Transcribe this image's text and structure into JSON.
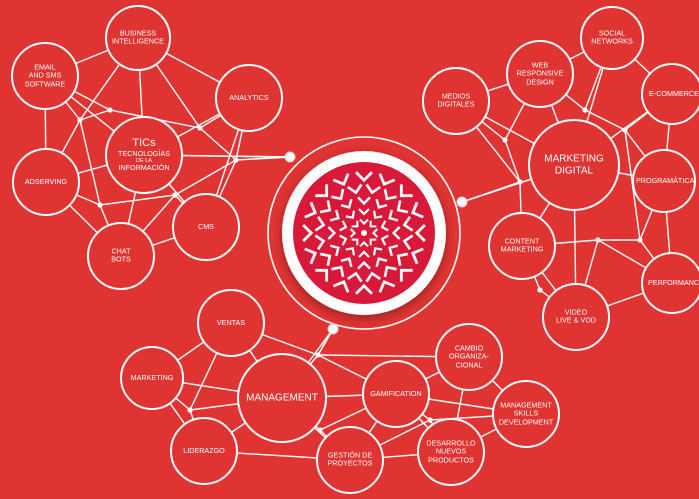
{
  "colors": {
    "background": "#e03432",
    "line": "#ffffff",
    "hub_fill": "#ffffff",
    "hub_inner": "#d8193a"
  },
  "hub": {
    "icon": "geometric-flower-icon"
  },
  "clusters": {
    "tics": {
      "center": [
        "TICs",
        "Tecnologías",
        "de la",
        "Información"
      ],
      "nodes": {
        "business": [
          "Business",
          "Intelligence"
        ],
        "email": [
          "Email",
          "and SMS",
          "Software"
        ],
        "analytics": [
          "Analytics"
        ],
        "adserving": [
          "Adserving"
        ],
        "cms": [
          "CMS"
        ],
        "chatbots": [
          "Chat",
          "Bots"
        ]
      }
    },
    "marketing": {
      "center": [
        "Marketing",
        "Digital"
      ],
      "nodes": {
        "social": [
          "Social",
          "Networks"
        ],
        "web": [
          "Web",
          "Responsive",
          "Design"
        ],
        "medios": [
          "Medios",
          "Digitales"
        ],
        "ecommerce": [
          "E-Commerce"
        ],
        "programatica": [
          "Programática"
        ],
        "content": [
          "Content",
          "Marketing"
        ],
        "performance": [
          "Performance"
        ],
        "video": [
          "Video",
          "Live & VOD"
        ]
      }
    },
    "management": {
      "center": [
        "Management"
      ],
      "nodes": {
        "ventas": [
          "Ventas"
        ],
        "marketing": [
          "Marketing"
        ],
        "liderazgo": [
          "Liderazgo"
        ],
        "gestion": [
          "Gestión de",
          "Proyectos"
        ],
        "gamification": [
          "Gamification"
        ],
        "cambio": [
          "Cambio",
          "Organiza-",
          "cional"
        ],
        "skills": [
          "Management",
          "Skills",
          "Development"
        ],
        "desarrollo": [
          "Desarrollo",
          "Nuevos",
          "Productos"
        ]
      }
    }
  }
}
